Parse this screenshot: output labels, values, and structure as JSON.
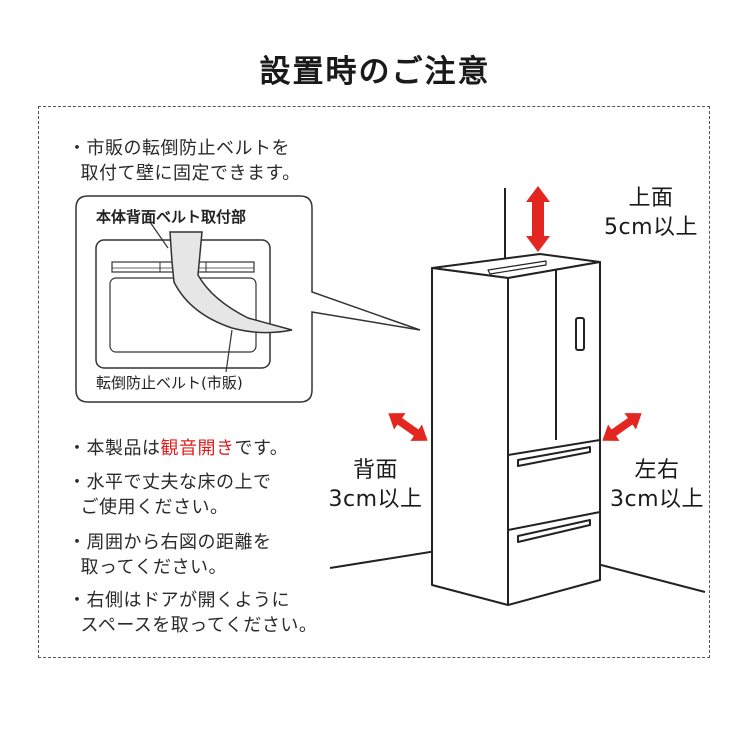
{
  "title": "設置時のご注意",
  "notes": [
    {
      "bullet": "・",
      "lines": [
        "市販の転倒防止ベルトを",
        "取付て壁に固定できます。"
      ]
    },
    {
      "bullet": "・",
      "pre": "本製品は",
      "highlight": "観音開き",
      "post": "です。"
    },
    {
      "bullet": "・",
      "lines": [
        "水平で丈夫な床の上で",
        "ご使用ください。"
      ]
    },
    {
      "bullet": "・",
      "lines": [
        "周囲から右図の距離を",
        "取ってください。"
      ]
    },
    {
      "bullet": "・",
      "lines": [
        "右側はドアが開くように",
        "スペースを取ってください。"
      ]
    }
  ],
  "callout": {
    "top_label": "本体背面ベルト取付部",
    "bottom_label": "転倒防止ベルト(市販)"
  },
  "clearances": {
    "top": {
      "label": "上面",
      "value": "5cm以上"
    },
    "back": {
      "label": "背面",
      "value": "3cm以上"
    },
    "sides": {
      "label": "左右",
      "value": "3cm以上"
    }
  },
  "colors": {
    "arrow": "#e3261f",
    "text": "#222222",
    "highlight": "#e02020"
  }
}
